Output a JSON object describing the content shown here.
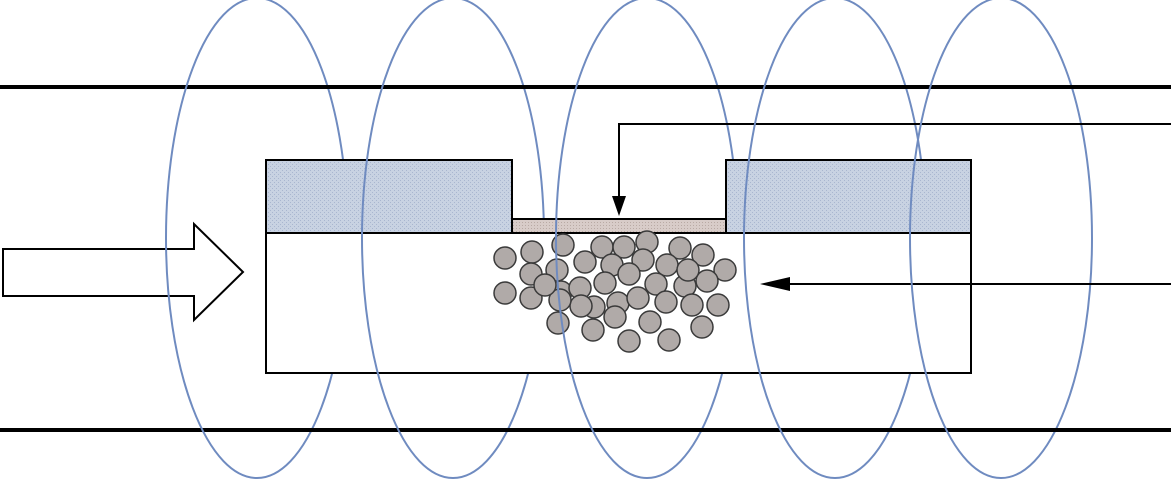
{
  "diagram": {
    "particle_count": 41,
    "coil_turns": 5,
    "colors": {
      "wall_line": "#000000",
      "coil": "#6f8bc0",
      "film_fill": "#c8d2e2",
      "film_texture": "#a9b6cf",
      "membrane_fill": "#d8ccc8",
      "particle_fill": "#b0aaa8",
      "particle_stroke": "#3a3a3a",
      "arrow_fill": "#ffffff"
    },
    "icons": {
      "flow_arrow": "hollow-right-arrow",
      "pointer_arrows": "filled-arrowhead"
    }
  }
}
